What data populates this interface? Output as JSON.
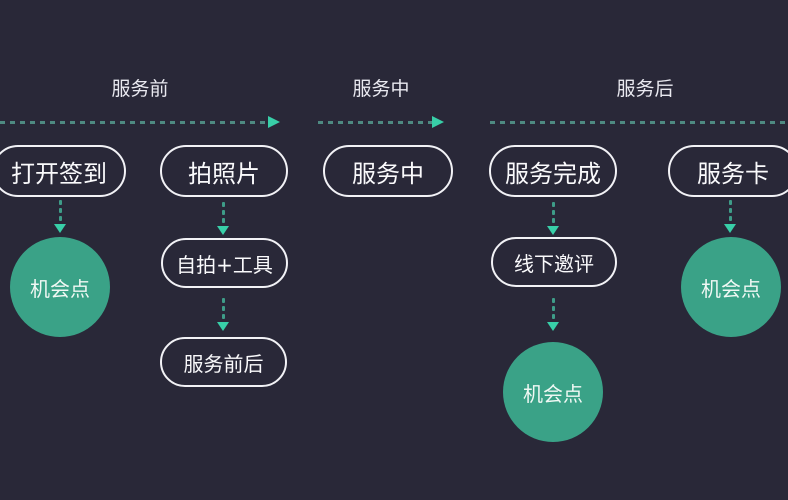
{
  "colors": {
    "background": "#292838",
    "pill_border": "#F2F2F6",
    "pill_text": "#FAFAFC",
    "phase_label_text": "#E9E9F0",
    "dash_horizontal": "#4E8A82",
    "dash_vertical": "#3E9C88",
    "arrowhead_accent": "#38CFA8",
    "opportunity_circle": "#3AA287"
  },
  "phases": [
    {
      "label": "服务前"
    },
    {
      "label": "服务中"
    },
    {
      "label": "服务后"
    }
  ],
  "nodes": {
    "checkin": "打开签到",
    "photo": "拍照片",
    "in_service": "服务中",
    "complete": "服务完成",
    "card": "服务卡",
    "selfie_tools": "自拍+工具",
    "before_after": "服务前后",
    "offline_invite": "线下邀评",
    "opportunity": "机会点"
  }
}
